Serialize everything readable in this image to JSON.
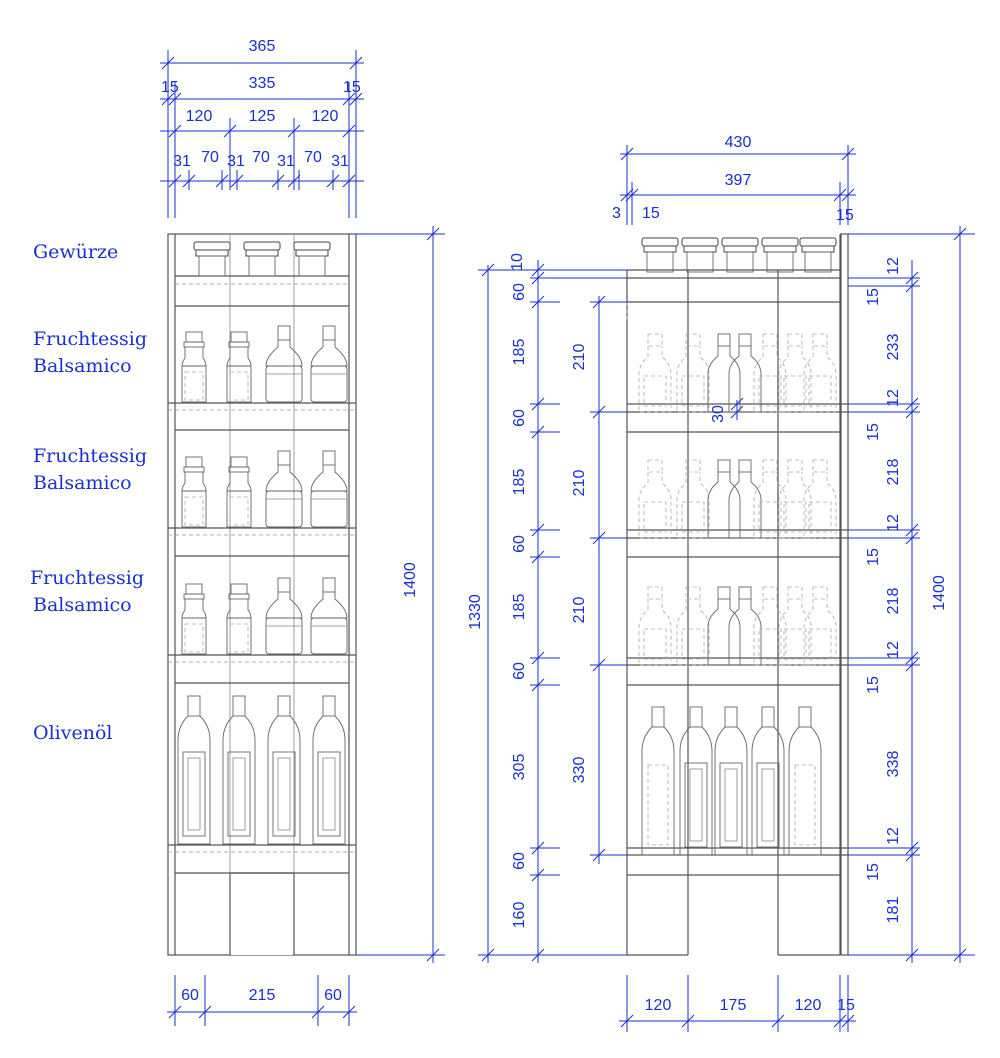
{
  "labels": {
    "gewuerze": "Gewürze",
    "frucht1a": "Fruchtessig",
    "frucht1b": "Balsamico",
    "frucht2a": "Fruchtessig",
    "frucht2b": "Balsamico",
    "frucht3a": "Fruchtessig",
    "frucht3b": "Balsamico",
    "oliven": "Olivenöl"
  },
  "front": {
    "width_total": "365",
    "side_left": "15",
    "inner": "335",
    "side_right": "15",
    "col1": "120",
    "col2": "125",
    "col3": "120",
    "g1": "31",
    "b1": "70",
    "g2": "31",
    "b2": "70",
    "g3": "31",
    "b3": "70",
    "g4": "31",
    "height": "1400",
    "foot_left": "60",
    "foot_mid": "215",
    "foot_right": "60"
  },
  "side": {
    "width_total": "430",
    "inner": "397",
    "t1": "3",
    "t2": "15",
    "t3": "15",
    "total_height": "1330",
    "d10": "10",
    "d60a": "60",
    "d185a": "185",
    "d60b": "60",
    "d185b": "185",
    "d60c": "60",
    "d185c": "185",
    "d60d": "60",
    "d305": "305",
    "d60e": "60",
    "d160": "160",
    "d210a": "210",
    "d210b": "210",
    "d210c": "210",
    "d330": "330",
    "d30": "30",
    "r12a": "12",
    "r15a": "15",
    "r233": "233",
    "r12b": "12",
    "r15b": "15",
    "r218a": "218",
    "r12c": "12",
    "r15c": "15",
    "r218b": "218",
    "r12d": "12",
    "r15d": "15",
    "r338": "338",
    "r12e": "12",
    "r15e": "15",
    "r181": "181",
    "height": "1400",
    "b120a": "120",
    "b175": "175",
    "b120b": "120",
    "b15": "15"
  }
}
